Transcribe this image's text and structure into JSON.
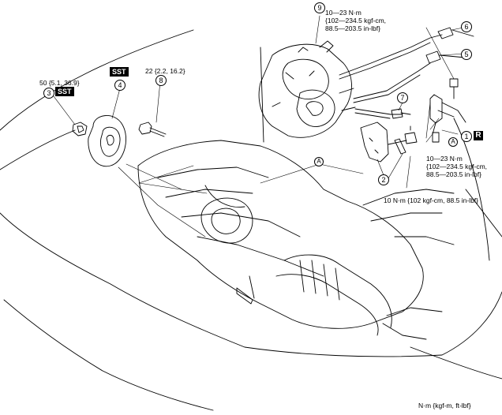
{
  "callouts": {
    "c1": "1",
    "c2": "2",
    "c3": "3",
    "c4": "4",
    "c5": "5",
    "c6": "6",
    "c7": "7",
    "c8": "8",
    "c9": "9"
  },
  "refs": {
    "a": "A"
  },
  "sst": "SST",
  "r_mark": "R",
  "torques": {
    "fuel_line_top": [
      "10—23 N·m",
      "{102—234.5 kgf-cm,",
      "88.5—203.5 in-lbf}"
    ],
    "fuel_line_mid": [
      "10—23 N·m",
      "{102—234.5 kgf-cm,",
      "88.5—203.5 in-lbf}"
    ],
    "bracket": "10 N·m {102 kgf-cm, 88.5 in-lbf}",
    "bolt_8": "22 {2.2, 16.2}",
    "nut_3": "50 {5.1, 36.9}"
  },
  "unit_legend": "N·m {kgf-m, ft-lbf}"
}
